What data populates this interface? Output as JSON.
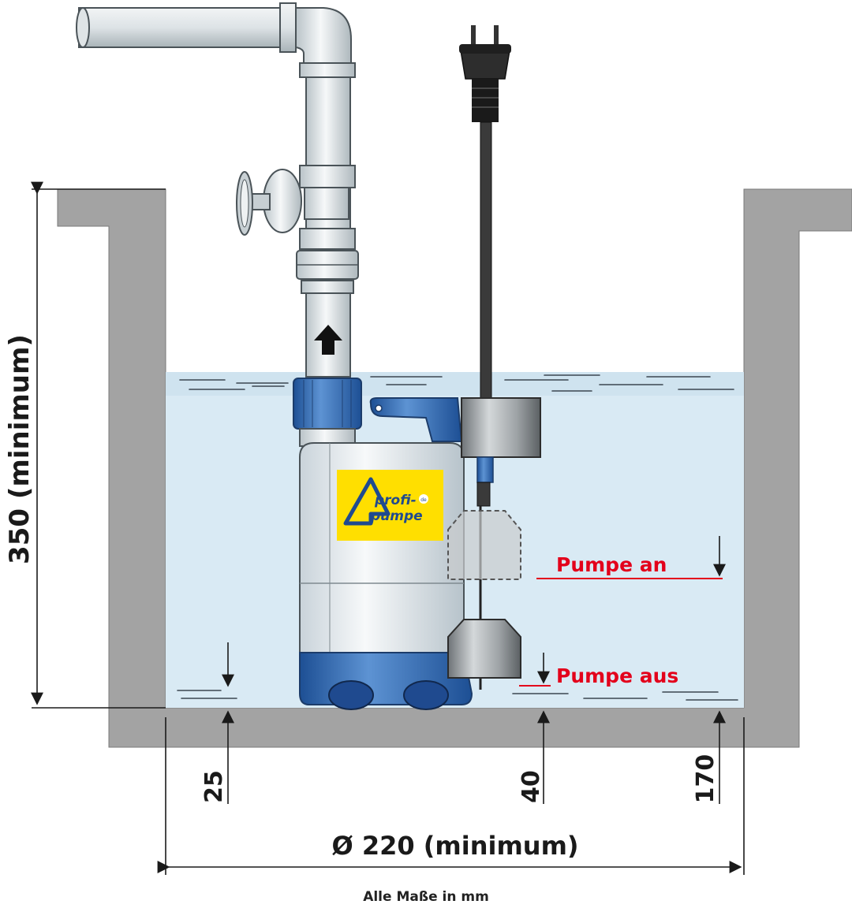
{
  "labels": {
    "height": "350  (minimum)",
    "diameter": "Ø 220 (minimum)",
    "pump_on": "Pumpe an",
    "pump_off": "Pumpe aus",
    "dim_25": "25",
    "dim_40": "40",
    "dim_170": "170",
    "footer": "Alle Maße in mm"
  },
  "logo": {
    "line1": "profi-",
    "line2": "pumpe",
    "badge": "de"
  },
  "colors": {
    "wall": "#a3a3a3",
    "water": "#d9eaf4",
    "pump_blue": "#2f6fb7",
    "logo_yellow": "#ffdf00",
    "accent_red": "#e3001b"
  }
}
